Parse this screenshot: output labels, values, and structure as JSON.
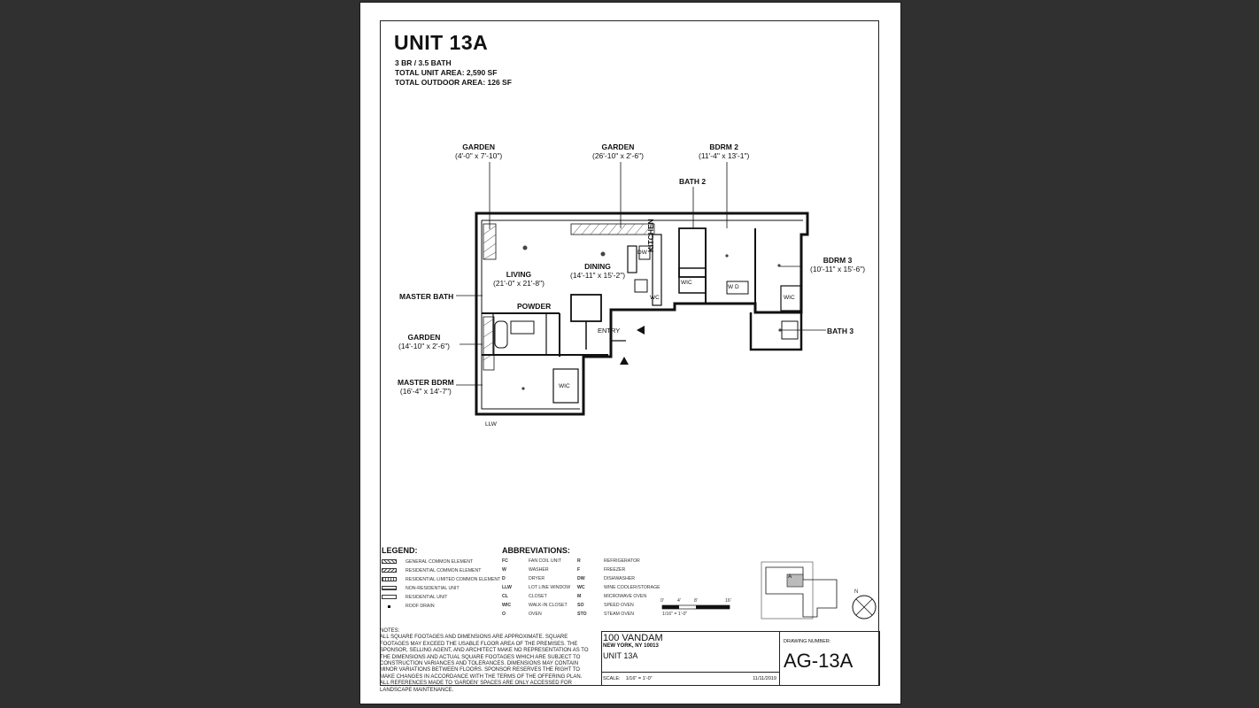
{
  "unit": {
    "title": "UNIT 13A",
    "beds_baths": "3 BR / 3.5 BATH",
    "total_area": "TOTAL UNIT AREA: 2,590 SF",
    "outdoor_area": "TOTAL OUTDOOR AREA: 126 SF"
  },
  "rooms": {
    "garden1": {
      "name": "GARDEN",
      "dims": "(4'-0\" x 7'-10\")"
    },
    "garden2": {
      "name": "GARDEN",
      "dims": "(26'-10\" x 2'-6\")"
    },
    "bdrm2": {
      "name": "BDRM 2",
      "dims": "(11'-4\" x 13'-1\")"
    },
    "bath2": {
      "name": "BATH 2"
    },
    "bdrm3": {
      "name": "BDRM 3",
      "dims": "(10'-11\" x 15'-6\")"
    },
    "living": {
      "name": "LIVING",
      "dims": "(21'-0\" x 21'-8\")"
    },
    "dining": {
      "name": "DINING",
      "dims": "(14'-11\" x 15'-2\")"
    },
    "kitchen": {
      "name": "KITCHEN"
    },
    "master_bath": {
      "name": "MASTER BATH"
    },
    "powder": {
      "name": "POWDER"
    },
    "garden3": {
      "name": "GARDEN",
      "dims": "(14'-10\" x 2'-6\")"
    },
    "entry": {
      "name": "ENTRY"
    },
    "bath3": {
      "name": "BATH 3"
    },
    "master_bdrm": {
      "name": "MASTER BDRM",
      "dims": "(16'-4\" x 14'-7\")"
    },
    "wic1": "WIC",
    "wic2": "WIC",
    "wic3": "WIC",
    "wc": "WC",
    "dw": "DW",
    "llw": "LLW",
    "wd": "W D"
  },
  "legend": {
    "title": "LEGEND:",
    "items": [
      "GENERAL COMMON ELEMENT",
      "RESIDENTIAL COMMON ELEMENT",
      "RESIDENTIAL LIMITED COMMON ELEMENT",
      "NON-RESIDENTIAL UNIT",
      "RESIDENTIAL UNIT",
      "ROOF DRAIN"
    ]
  },
  "abbreviations": {
    "title": "ABBREVIATIONS:",
    "col1": [
      {
        "k": "FC",
        "v": "FAN COIL UNIT"
      },
      {
        "k": "W",
        "v": "WASHER"
      },
      {
        "k": "D",
        "v": "DRYER"
      },
      {
        "k": "LLW",
        "v": "LOT LINE WINDOW"
      },
      {
        "k": "CL",
        "v": "CLOSET"
      },
      {
        "k": "WIC",
        "v": "WALK-IN CLOSET"
      },
      {
        "k": "O",
        "v": "OVEN"
      }
    ],
    "col2": [
      {
        "k": "R",
        "v": "REFRIGERATOR"
      },
      {
        "k": "F",
        "v": "FREEZER"
      },
      {
        "k": "DW",
        "v": "DISHWASHER"
      },
      {
        "k": "WC",
        "v": "WINE COOLER/STORAGE"
      },
      {
        "k": "M",
        "v": "MICROWAVE OVEN"
      },
      {
        "k": "SO",
        "v": "SPEED OVEN"
      },
      {
        "k": "STO",
        "v": "STEAM OVEN"
      }
    ]
  },
  "scale_bar": {
    "ticks": [
      "0'",
      "4'",
      "8'",
      "16'"
    ],
    "label": "1/16\" = 1'-0\""
  },
  "keyplan": {
    "unit_letter": "A",
    "north": "N"
  },
  "notes": {
    "heading": "NOTES:",
    "text": "ALL SQUARE FOOTAGES AND DIMENSIONS ARE APPROXIMATE. SQUARE FOOTAGES MAY EXCEED THE USABLE FLOOR AREA OF THE PREMISES. THE SPONSOR, SELLING AGENT, AND ARCHITECT MAKE NO REPRESENTATION AS TO THE DIMENSIONS AND ACTUAL SQUARE FOOTAGES WHICH ARE SUBJECT TO CONSTRUCTION VARIANCES AND TOLERANCES. DIMENSIONS MAY CONTAIN MINOR VARIATIONS BETWEEN FLOORS. SPONSOR RESERVES THE RIGHT TO MAKE CHANGES IN ACCORDANCE WITH THE TERMS OF THE OFFERING PLAN. ALL REFERENCES MADE TO 'GARDEN' SPACES ARE ONLY ACCESSED FOR LANDSCAPE MAINTENANCE."
  },
  "titleblock": {
    "project": "100 VANDAM",
    "address": "NEW YORK, NY 10013",
    "unit": "UNIT 13A",
    "scale_label": "SCALE:",
    "scale_value": "1/16\" = 1'-0\"",
    "date": "11/11/2019",
    "drawing_number_label": "DRAWING NUMBER:",
    "drawing_number": "AG-13A"
  }
}
